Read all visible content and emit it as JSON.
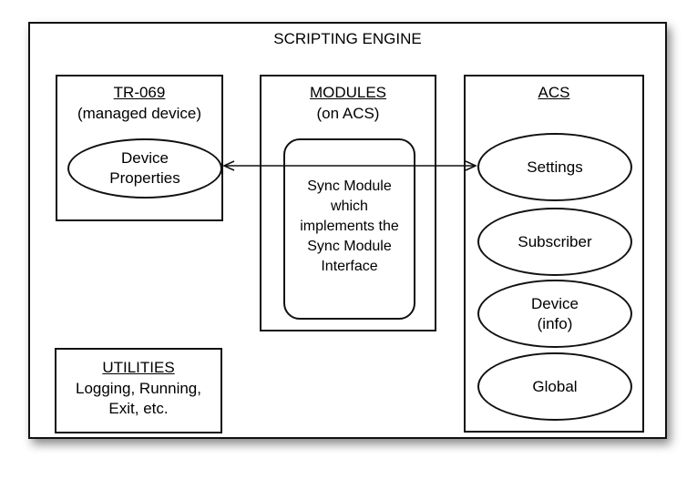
{
  "engine": {
    "title": "SCRIPTING ENGINE"
  },
  "tr069": {
    "title": "TR-069",
    "subtitle": "(managed device)",
    "device_properties": "Device\nProperties"
  },
  "modules": {
    "title": "MODULES",
    "subtitle": "(on ACS)",
    "sync_module": "Sync Module\nwhich\nimplements the\nSync Module\nInterface"
  },
  "acs": {
    "title": "ACS",
    "items": [
      "Settings",
      "Subscriber",
      "Device\n(info)",
      "Global"
    ]
  },
  "utilities": {
    "title": "UTILITIES",
    "text": "Logging, Running,\nExit, etc."
  }
}
